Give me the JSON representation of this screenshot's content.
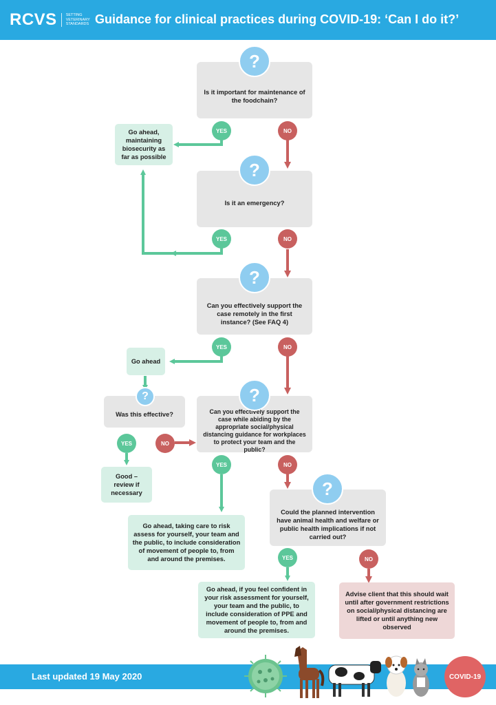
{
  "header": {
    "logo_text": "RCVS",
    "logo_tagline": "Setting Veterinary Standards",
    "title": "Guidance for clinical practices during COVID-19: ‘Can I do it?’"
  },
  "questions": {
    "q1": "Is it important for maintenance of the foodchain?",
    "q2": "Is it an emergency?",
    "q3": "Can you effectively support the case remotely in the first instance? (See FAQ 4)",
    "q4": "Can you effectively support the case while abiding by the appropriate social/physical distancing guidance for workplaces to protect your team and the public?",
    "q5": "Could the planned intervention have animal health and welfare or public health implications if not carried out?",
    "q_effective": "Was this effective?"
  },
  "outcomes": {
    "go_ahead_biosecurity": "Go ahead, maintaining biosecurity as far as possible",
    "go_ahead": "Go ahead",
    "good_review": "Good – review if necessary",
    "go_ahead_risk_assess": "Go ahead, taking care to risk assess for yourself, your team and the public, to include consideration of movement of people to, from and around the premises.",
    "go_ahead_confident": "Go ahead, if you feel confident in your risk assessment for yourself, your team and the public, to include consideration of PPE and movement of people to, from and around the premises.",
    "advise_wait": "Advise client that this should wait until after government restrictions on social/physical distancing are lifted or until anything new observed"
  },
  "labels": {
    "yes": "YES",
    "no": "NO",
    "question_mark": "?"
  },
  "footer": {
    "updated": "Last updated 19 May 2020",
    "badge": "COVID-19"
  },
  "colors": {
    "header_blue": "#29a9e1",
    "yes_green": "#5cc79a",
    "no_red": "#c8605f",
    "question_grey": "#e6e6e6",
    "outcome_green": "#d7f0e6",
    "outcome_red": "#eed7d7"
  },
  "icons": [
    "virus-icon",
    "horse-icon",
    "cow-icon",
    "dog-icon",
    "cat-icon"
  ]
}
